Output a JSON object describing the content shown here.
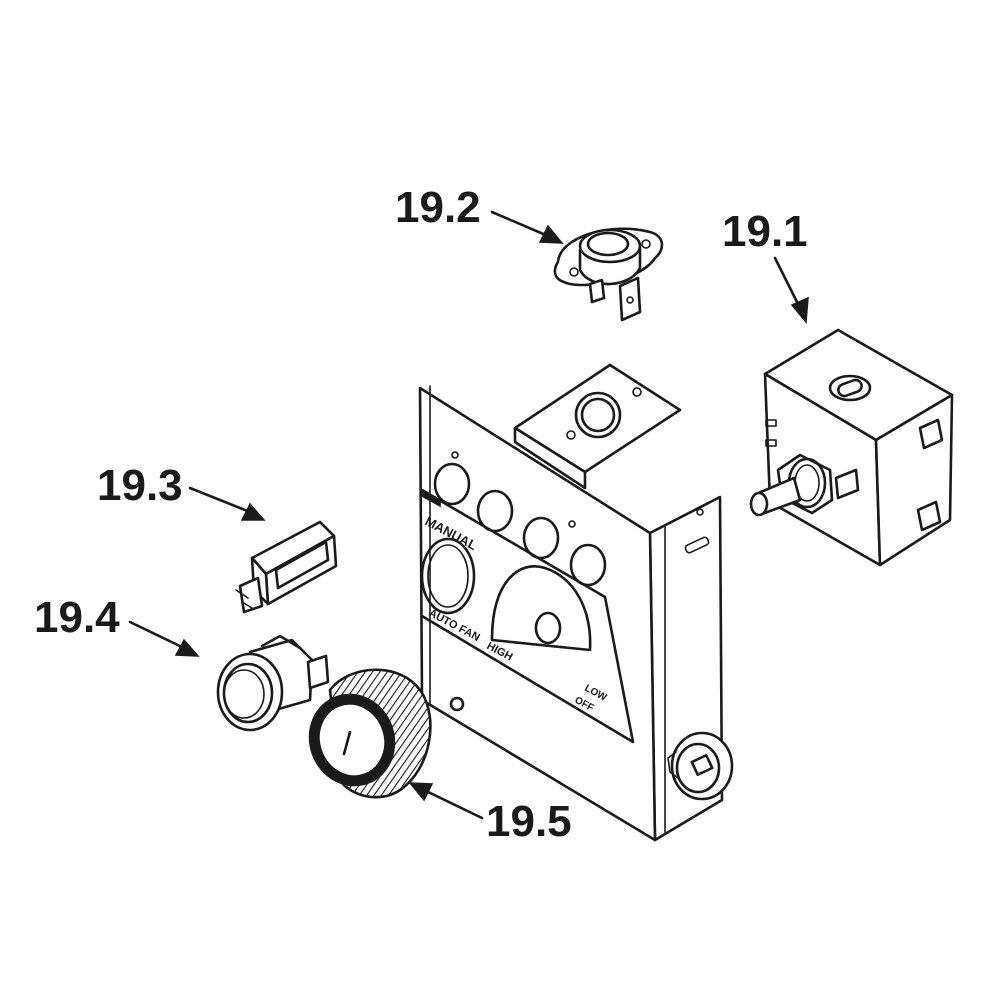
{
  "callouts": {
    "part_19_1": "19.1",
    "part_19_2": "19.2",
    "part_19_3": "19.3",
    "part_19_4": "19.4",
    "part_19_5": "19.5"
  },
  "panel_labels": {
    "manual": "MANUAL",
    "auto_fan": "AUTO FAN",
    "high": "HIGH",
    "low": "LOW",
    "off": "OFF"
  },
  "colors": {
    "line": "#1a1a1a",
    "background": "#ffffff"
  }
}
